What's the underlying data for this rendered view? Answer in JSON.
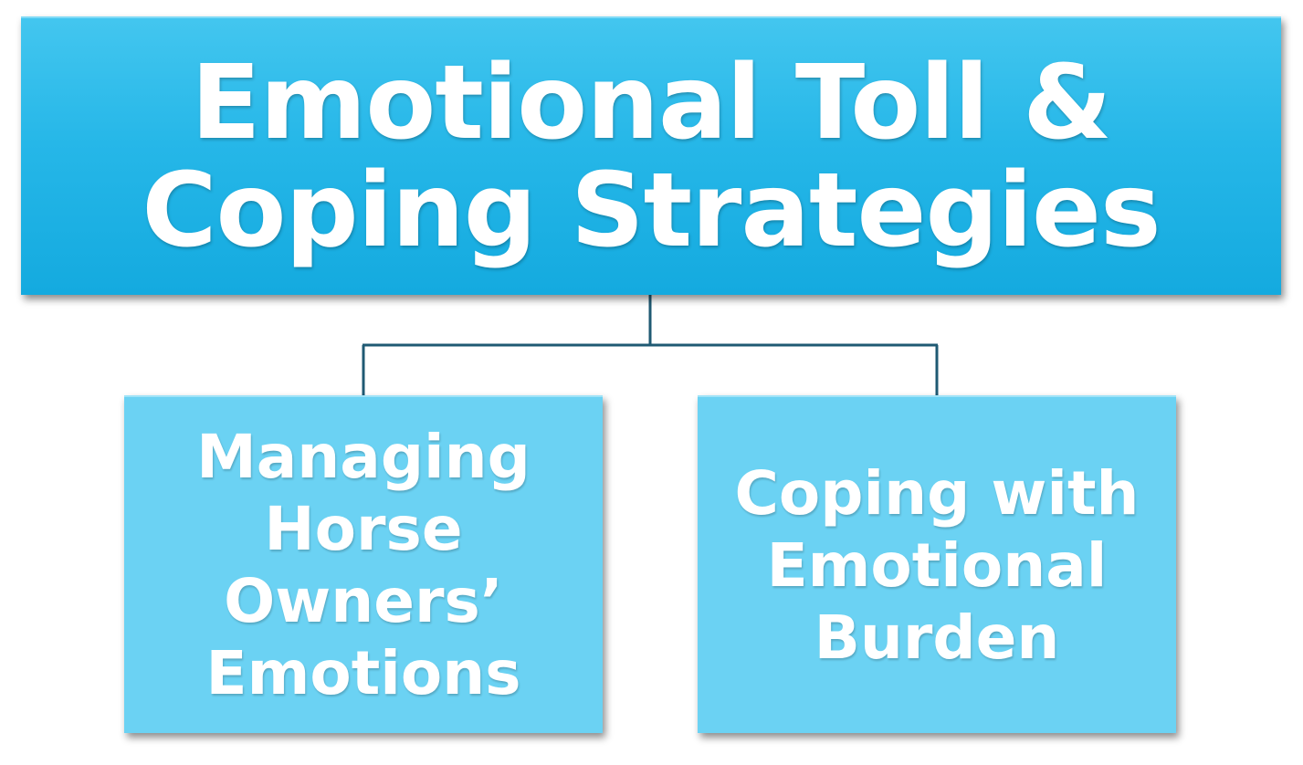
{
  "diagram": {
    "root": {
      "label": "Emotional Toll &\nCoping Strategies"
    },
    "children": [
      {
        "label": "Managing\nHorse\nOwners’\nEmotions"
      },
      {
        "label": "Coping with\nEmotional\nBurden"
      }
    ]
  },
  "colors": {
    "root_fill": "#1fb3e5",
    "child_fill": "#6bd2f3",
    "connector": "#1f5a73",
    "text": "#ffffff"
  }
}
